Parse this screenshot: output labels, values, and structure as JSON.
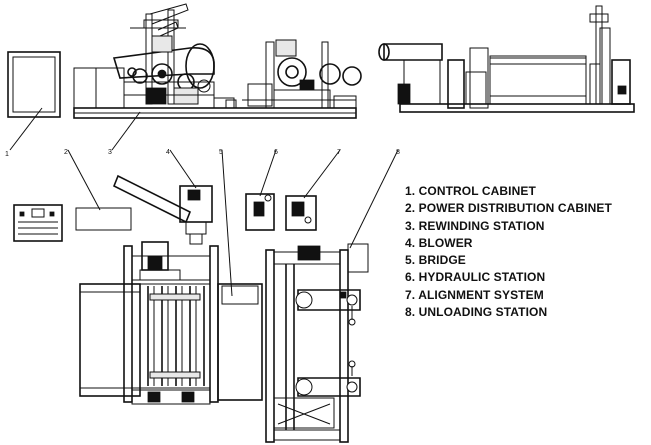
{
  "legend": [
    "1. CONTROL CABINET",
    "2. POWER DISTRIBUTION CABINET",
    "3. REWINDING STATION",
    "4. BLOWER",
    "5. BRIDGE",
    "6. HYDRAULIC STATION",
    "7. ALIGNMENT SYSTEM",
    "8. UNLOADING STATION"
  ],
  "callouts": [
    "1",
    "2",
    "3",
    "4",
    "5",
    "6",
    "7",
    "8"
  ],
  "colors": {
    "line": "#111111",
    "background": "#ffffff"
  }
}
